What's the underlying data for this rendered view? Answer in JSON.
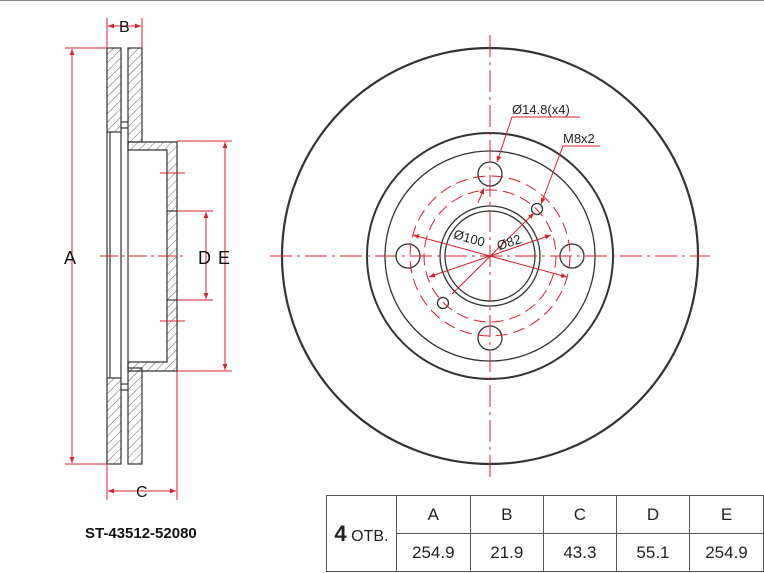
{
  "part_number": "ST-43512-52080",
  "holes": {
    "count": "4",
    "label": "ОТВ."
  },
  "table": {
    "headers": [
      "A",
      "B",
      "C",
      "D",
      "E"
    ],
    "values": [
      "254.9",
      "21.9",
      "43.3",
      "55.1",
      "254.9"
    ]
  },
  "side_view": {
    "dim_labels": {
      "A": "A",
      "B": "B",
      "C": "C",
      "D": "D",
      "E": "E"
    }
  },
  "front_view": {
    "bolt_hole_label": "Ø14.8(x4)",
    "thread_label": "M8x2",
    "pcd_label": "Ø100",
    "hub_label": "Ø82"
  },
  "colors": {
    "line": "#222222",
    "dimension": "#d42030"
  }
}
